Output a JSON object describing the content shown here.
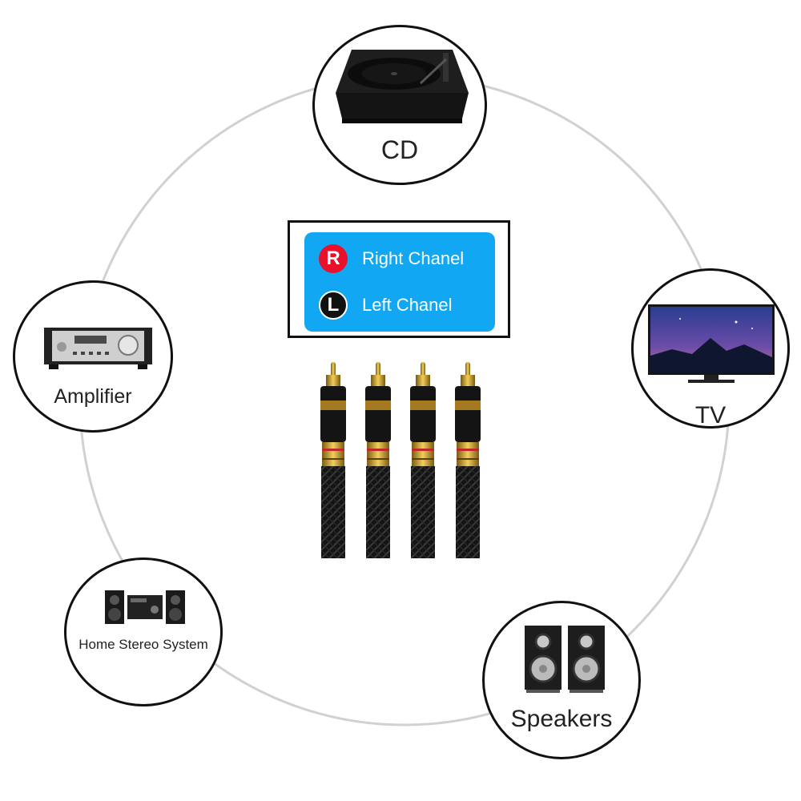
{
  "devices": {
    "cd": {
      "label": "CD",
      "icon": "turntable-icon"
    },
    "amplifier": {
      "label": "Amplifier",
      "icon": "amplifier-icon"
    },
    "tv": {
      "label": "TV",
      "icon": "tv-icon"
    },
    "home_stereo": {
      "label": "Home Stereo System",
      "icon": "stereo-icon"
    },
    "speakers": {
      "label": "Speakers",
      "icon": "speakers-icon"
    }
  },
  "legend": {
    "right": {
      "badge": "R",
      "text": "Right Chanel",
      "color": "#e8102a"
    },
    "left": {
      "badge": "L",
      "text": "Left Chanel",
      "color": "#111111"
    },
    "background": "#11a7f2"
  },
  "cables": {
    "count": 4,
    "icon": "rca-plug-icon"
  }
}
